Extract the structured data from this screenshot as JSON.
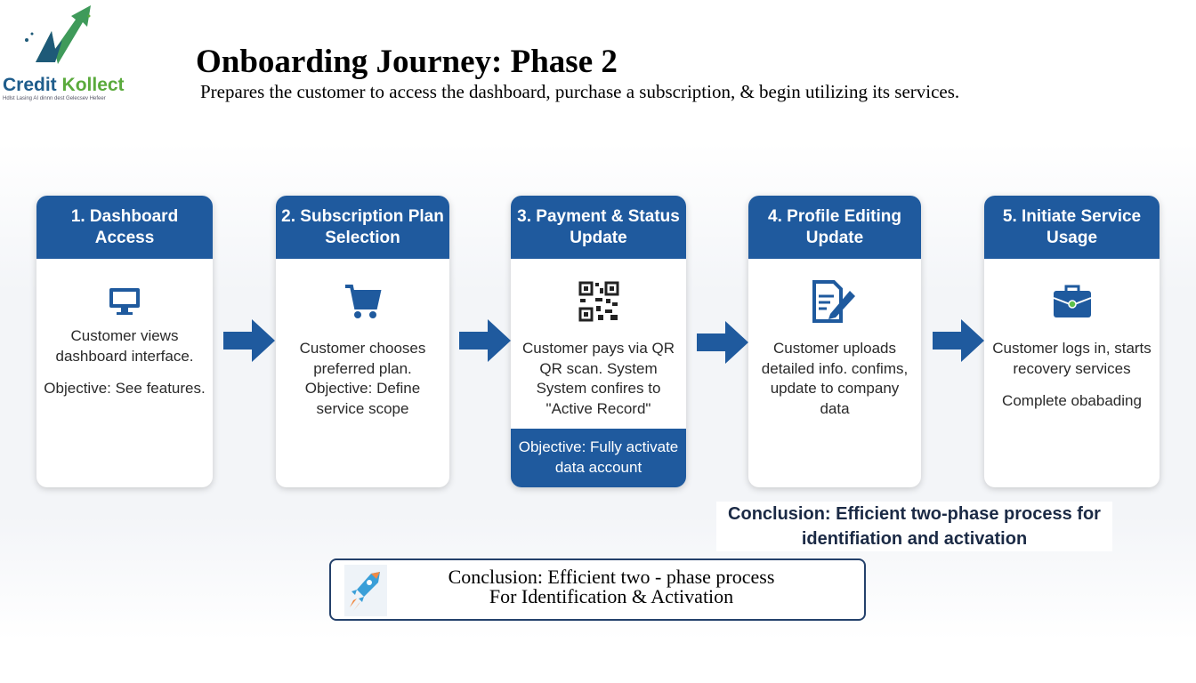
{
  "logo": {
    "brand_part1": "Credit",
    "brand_part2": "Kollect",
    "tagline": "Hdlst Lasing AI dinnn dest Gelecsev Hefeer"
  },
  "header": {
    "title": "Onboarding Journey: Phase 2",
    "subtitle": "Prepares the customer to access the dashboard, purchase a subscription, & begin utilizing its services."
  },
  "steps": [
    {
      "title": "1. Dashboard Access",
      "icon": "monitor-icon",
      "text": "Customer views dashboard interface.",
      "objective": "Objective: See features."
    },
    {
      "title": "2. Subscription Plan Selection",
      "icon": "shopping-cart-icon",
      "text": "Customer chooses preferred plan.",
      "objective": "Objective: Define service scope"
    },
    {
      "title": "3. Payment & Status Update",
      "icon": "qr-code-icon",
      "text": "Customer pays via QR QR scan. System System confires to \"Active Record\"",
      "objective": "Objective: Fully activate data account"
    },
    {
      "title": "4. Profile Editing Update",
      "icon": "document-edit-icon",
      "text": "Customer uploads detailed info. confims, update to company data",
      "objective": ""
    },
    {
      "title": "5. Initiate Service Usage",
      "icon": "briefcase-icon",
      "text": "Customer logs in, starts recovery services",
      "objective": "Complete obabading"
    }
  ],
  "conclusion_bold": "Conclusion: Efficient two-phase process for identifiation and activation",
  "conclusion_box": {
    "line1": "Conclusion: Efficient two - phase process",
    "line2": "For Identification & Activation",
    "icon": "rocket-icon"
  },
  "colors": {
    "primary": "#1f5a9e",
    "brand_blue": "#1f5d8c",
    "brand_green": "#5aaa3c"
  }
}
